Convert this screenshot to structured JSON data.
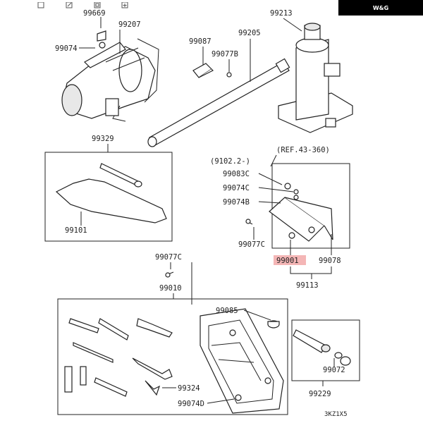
{
  "corner_badge": "W&G",
  "labels": {
    "top_cut": "99669",
    "p99207": "99207",
    "p99074": "99074",
    "p99087": "99087",
    "p99205": "99205",
    "p99077B": "99077B",
    "p99213": "99213",
    "p99329": "99329",
    "p99101": "99101",
    "ref_910": "(9102.2-)",
    "ref_43": "(REF.43-360)",
    "p99083C": "99083C",
    "p99074C": "99074C",
    "p99074B": "99074B",
    "p99077C_r": "99077C",
    "p99001": "99001",
    "p99078": "99078",
    "p99113": "99113",
    "p99077C_l": "99077C",
    "p99010": "99010",
    "p99085": "99085",
    "p99072": "99072",
    "p99229": "99229",
    "p99324": "99324",
    "p99074D": "99074D",
    "footer_code": "3KZ1X5"
  },
  "highlight_color": "#f4b6b6"
}
